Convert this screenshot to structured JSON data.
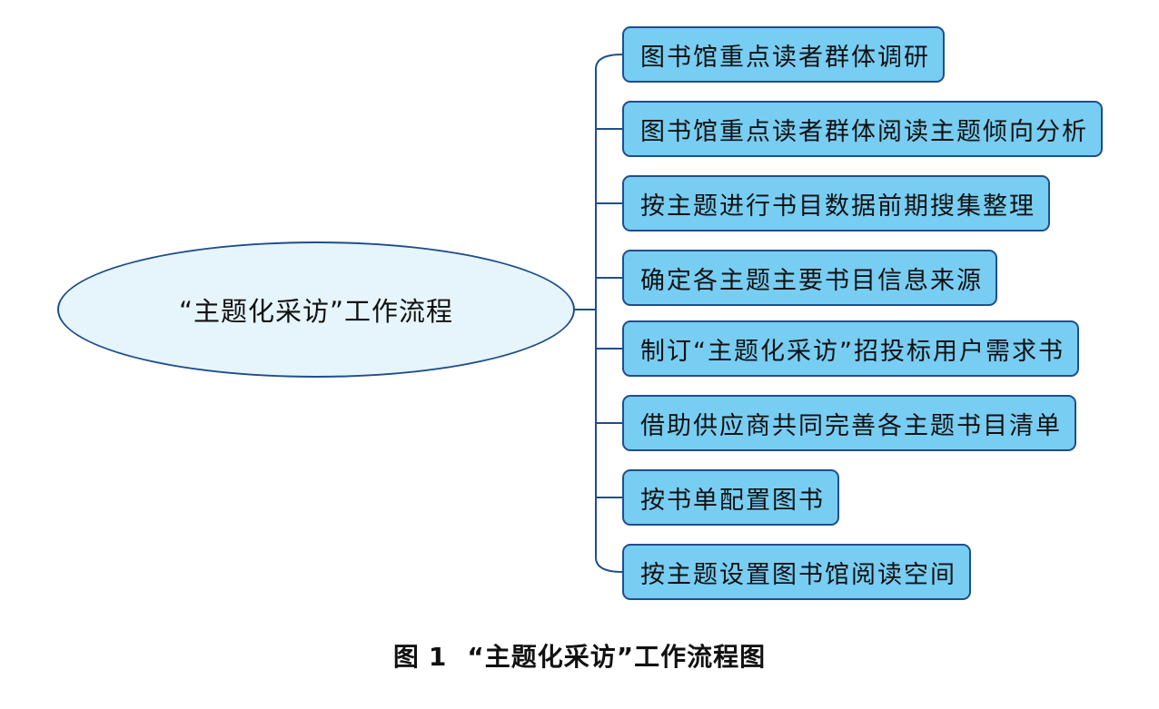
{
  "center": {
    "label": "“主题化采访”工作流程"
  },
  "steps": [
    {
      "label": "图书馆重点读者群体调研"
    },
    {
      "label": "图书馆重点读者群体阅读主题倾向分析"
    },
    {
      "label": "按主题进行书目数据前期搜集整理"
    },
    {
      "label": "确定各主题主要书目信息来源"
    },
    {
      "label": "制订“主题化采访”招投标用户需求书"
    },
    {
      "label": "借助供应商共同完善各主题书目清单"
    },
    {
      "label": "按书单配置图书"
    },
    {
      "label": "按主题设置图书馆阅读空间"
    }
  ],
  "caption": {
    "prefix": "图",
    "number": "1",
    "title": "“主题化采访”工作流程图"
  },
  "colors": {
    "box_fill": "#78cdf2",
    "box_border": "#1f4e8c",
    "ellipse_fill": "#e6f5fb",
    "connector": "#1f4e8c"
  }
}
